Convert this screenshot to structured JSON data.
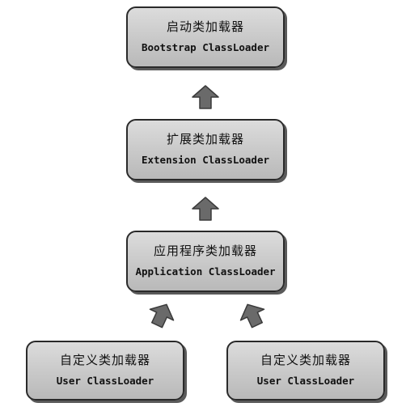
{
  "nodes": {
    "bootstrap": {
      "name_cn": "启动类加载器",
      "name_en": "Bootstrap ClassLoader"
    },
    "extension": {
      "name_cn": "扩展类加载器",
      "name_en": "Extension ClassLoader"
    },
    "application": {
      "name_cn": "应用程序类加载器",
      "name_en": "Application ClassLoader"
    },
    "user_left": {
      "name_cn": "自定义类加载器",
      "name_en": "User ClassLoader"
    },
    "user_right": {
      "name_cn": "自定义类加载器",
      "name_en": "User ClassLoader"
    }
  },
  "edges": [
    {
      "from": "extension",
      "to": "bootstrap"
    },
    {
      "from": "application",
      "to": "extension"
    },
    {
      "from": "user_left",
      "to": "application"
    },
    {
      "from": "user_right",
      "to": "application"
    }
  ],
  "colors": {
    "node_fill": "#c8c8c8",
    "node_border": "#2a2a2a",
    "arrow_fill": "#6a6a6a"
  }
}
